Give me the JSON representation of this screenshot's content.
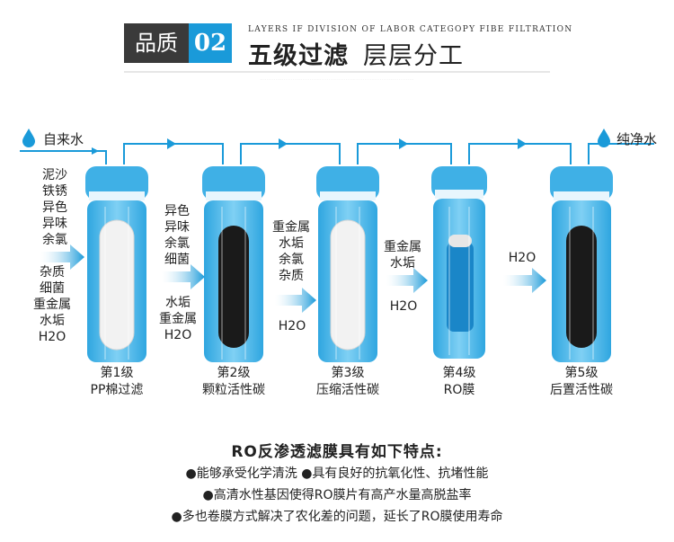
{
  "header": {
    "badge": "品质",
    "number": "02",
    "subtitle_en": "LAYERS IF DIVISION OF LABOR CATEGOPY FIBE FILTRATION",
    "title_bold": "五级过滤",
    "title_light": "层层分工"
  },
  "flow": {
    "input": "自来水",
    "output": "纯净水"
  },
  "stages": [
    {
      "num": "第1级",
      "name": "PP棉过滤",
      "top_text": [
        "泥沙",
        "铁锈",
        "异色",
        "异味",
        "余氯"
      ],
      "bottom_text": [
        "杂质",
        "细菌",
        "重金属",
        "水垢",
        "H2O"
      ]
    },
    {
      "num": "第2级",
      "name": "颗粒活性碳",
      "top_text": [
        "异色",
        "异味",
        "余氯",
        "细菌"
      ],
      "bottom_text": [
        "水垢",
        "重金属",
        "H2O"
      ]
    },
    {
      "num": "第3级",
      "name": "压缩活性碳",
      "top_text": [
        "重金属",
        "水垢",
        "余氯",
        "杂质"
      ],
      "bottom_text": [
        "H2O"
      ]
    },
    {
      "num": "第4级",
      "name": "RO膜",
      "top_text": [
        "重金属",
        "水垢"
      ],
      "bottom_text": [
        "H2O"
      ]
    },
    {
      "num": "第5级",
      "name": "后置活性碳",
      "top_text": [
        "H2O"
      ],
      "bottom_text": []
    }
  ],
  "features": {
    "title": "RO反渗透滤膜具有如下特点:",
    "items": [
      "●能够承受化学清洗 ●具有良好的抗氧化性、抗堵性能",
      "●高清水性基因使得RO膜片有高产水量高脱盐率",
      "●多也卷膜方式解决了农化差的问题，延长了RO膜使用寿命"
    ]
  },
  "colors": {
    "accent": "#1a9ad9",
    "dark": "#3a3a3a",
    "cartridge": "#3fb0e6"
  }
}
